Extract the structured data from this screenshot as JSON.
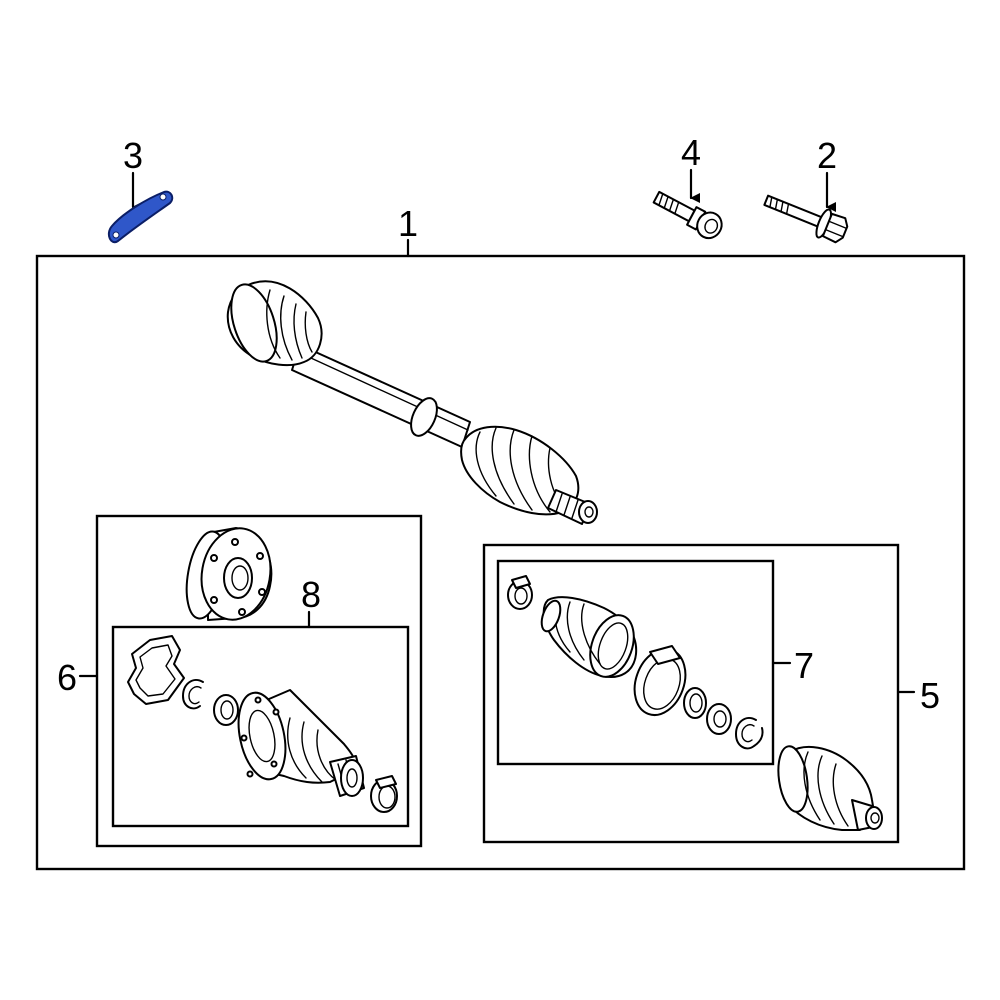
{
  "diagram": {
    "highlight_color": "#2f57c9",
    "callouts": {
      "c1": "1",
      "c2": "2",
      "c3": "3",
      "c4": "4",
      "c5": "5",
      "c6": "6",
      "c7": "7",
      "c8": "8"
    }
  }
}
